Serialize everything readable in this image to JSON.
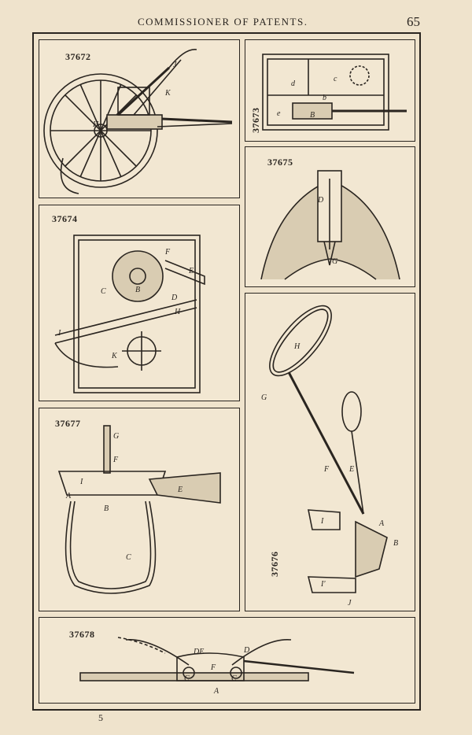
{
  "header": {
    "running_title": "COMMISSIONER OF PATENTS.",
    "page_number": "65"
  },
  "figures": [
    {
      "patent_number": "37672",
      "letters": [
        "J",
        "K",
        "H"
      ]
    },
    {
      "patent_number": "37673",
      "letters": [
        "d",
        "c",
        "e",
        "B",
        "b"
      ]
    },
    {
      "patent_number": "37674",
      "letters": [
        "F",
        "E",
        "C",
        "B",
        "D",
        "H",
        "I",
        "K"
      ]
    },
    {
      "patent_number": "37675",
      "letters": [
        "D",
        "G"
      ]
    },
    {
      "patent_number": "37676",
      "letters": [
        "H",
        "G",
        "F",
        "E",
        "I",
        "A",
        "B",
        "I'",
        "J"
      ]
    },
    {
      "patent_number": "37677",
      "letters": [
        "G",
        "F",
        "I",
        "A",
        "B",
        "E",
        "C"
      ]
    },
    {
      "patent_number": "37678",
      "letters": [
        "DE",
        "D",
        "F",
        "C",
        "C",
        "A"
      ]
    }
  ],
  "footer": {
    "signature_mark": "5"
  }
}
